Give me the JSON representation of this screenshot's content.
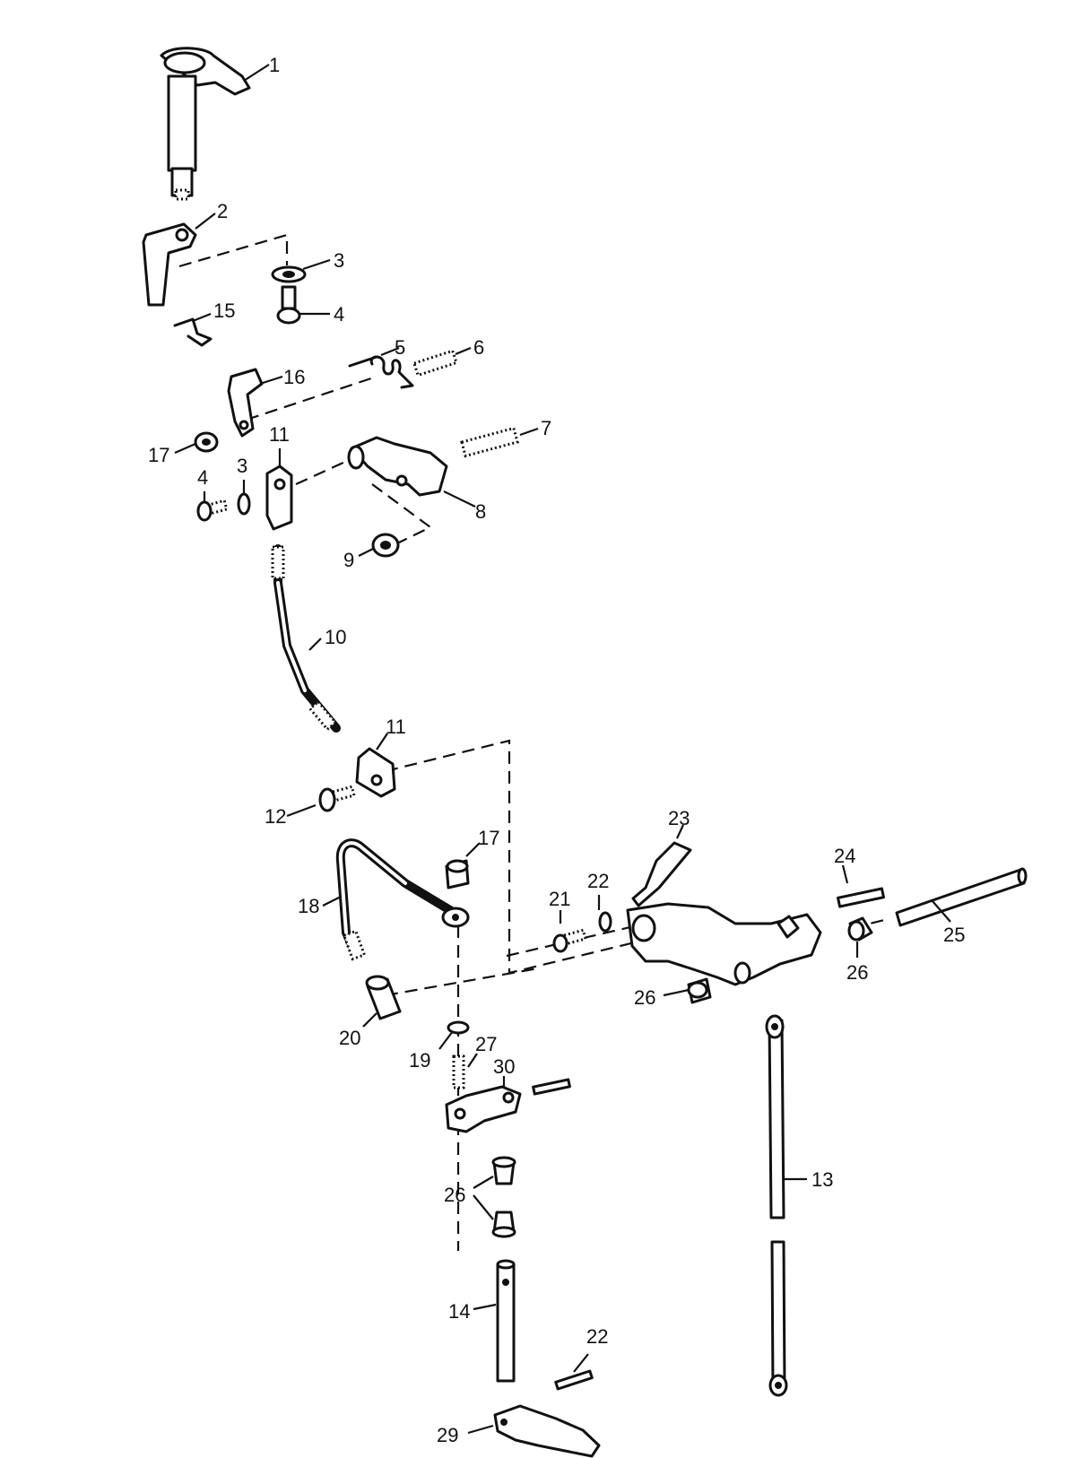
{
  "callouts": {
    "c1": "1",
    "c2": "2",
    "c3a": "3",
    "c4a": "4",
    "c15": "15",
    "c5": "5",
    "c6": "6",
    "c16": "16",
    "c17a": "17",
    "c11a": "11",
    "c7": "7",
    "c4b": "4",
    "c3b": "3",
    "c8": "8",
    "c9": "9",
    "c10": "10",
    "c11b": "11",
    "c12": "12",
    "c17b": "17",
    "c18": "18",
    "c23": "23",
    "c24": "24",
    "c22a": "22",
    "c21": "21",
    "c25": "25",
    "c26a": "26",
    "c26b": "26",
    "c20": "20",
    "c19": "19",
    "c27": "27",
    "c30": "30",
    "c13": "13",
    "c26c": "26",
    "c14": "14",
    "c22b": "22",
    "c29": "29"
  }
}
